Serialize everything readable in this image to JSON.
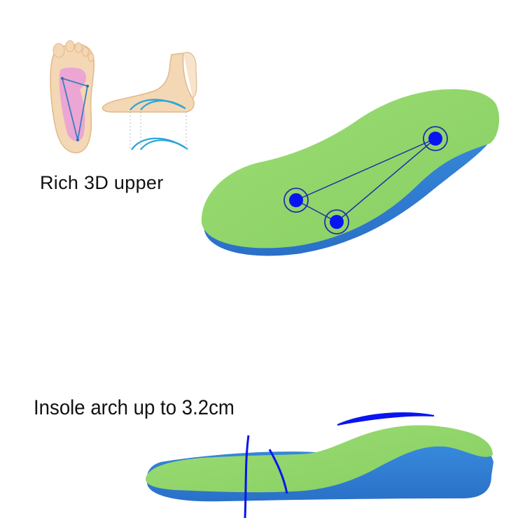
{
  "captions": {
    "feature_1": "Rich 3D upper",
    "feature_2": "Insole arch up to 3.2cm"
  },
  "illustrations": {
    "foot_sole_diagram": "foot-sole-triangle-icon",
    "foot_side_arch_diagram": "foot-arch-side-icon",
    "insole_top_view": "insole-with-three-support-points",
    "insole_side_view": "insole-arch-profile"
  },
  "colors": {
    "insole_green": "#8ed46a",
    "insole_blue": "#2f80d6",
    "marker_blue": "#0a14f0",
    "skin": "#f4d7b4",
    "pink": "#eba6d3",
    "arch_line": "#2aa6d8"
  }
}
